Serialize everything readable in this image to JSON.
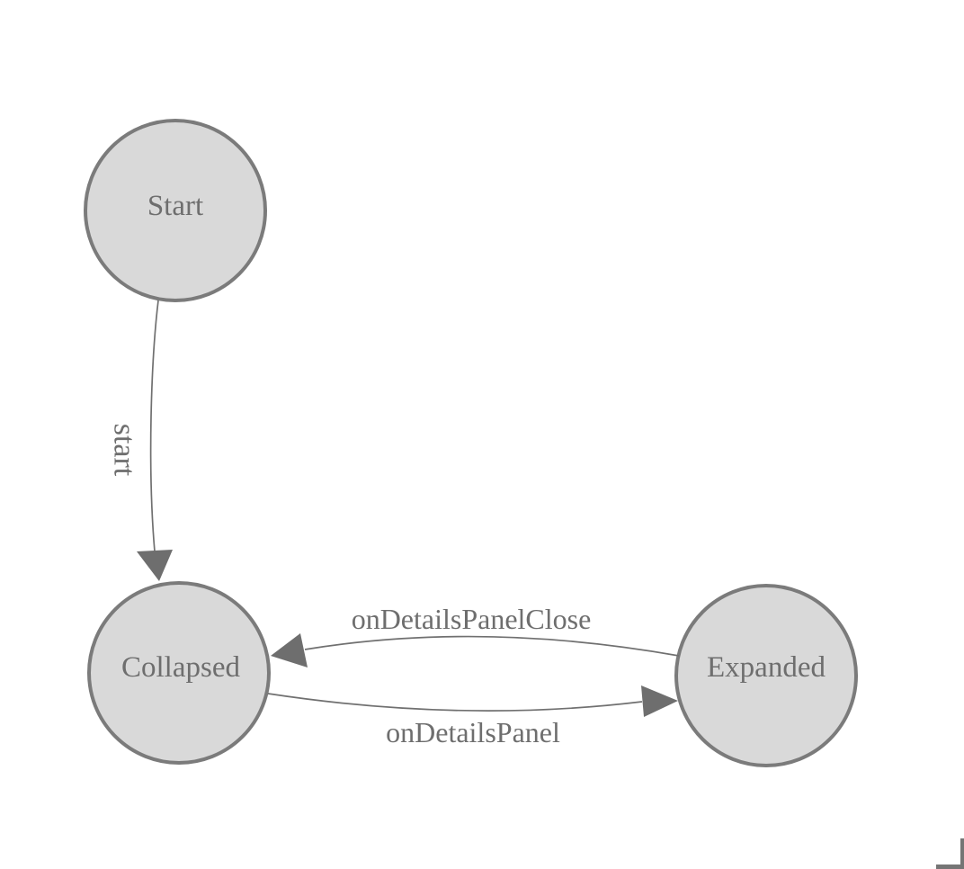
{
  "diagram": {
    "type": "state-machine",
    "background_color": "#ffffff",
    "colors": {
      "node_fill": "#d9d9d9",
      "node_stroke": "#7b7b7b",
      "edge_stroke": "#707070",
      "arrow_fill": "#6e6e6e",
      "text_color": "#6e6e6e",
      "corner_mark_color": "#757575"
    },
    "nodes": [
      {
        "id": "start",
        "label": "Start"
      },
      {
        "id": "collapsed",
        "label": "Collapsed"
      },
      {
        "id": "expanded",
        "label": "Expanded"
      }
    ],
    "edges": [
      {
        "id": "start-to-collapsed",
        "from": "Start",
        "to": "Collapsed",
        "label": "start",
        "label_orientation": "vertical"
      },
      {
        "id": "expanded-to-collapsed",
        "from": "Expanded",
        "to": "Collapsed",
        "label": "onDetailsPanelClose",
        "label_orientation": "horizontal"
      },
      {
        "id": "collapsed-to-expanded",
        "from": "Collapsed",
        "to": "Expanded",
        "label": "onDetailsPanel",
        "label_orientation": "horizontal"
      }
    ]
  }
}
